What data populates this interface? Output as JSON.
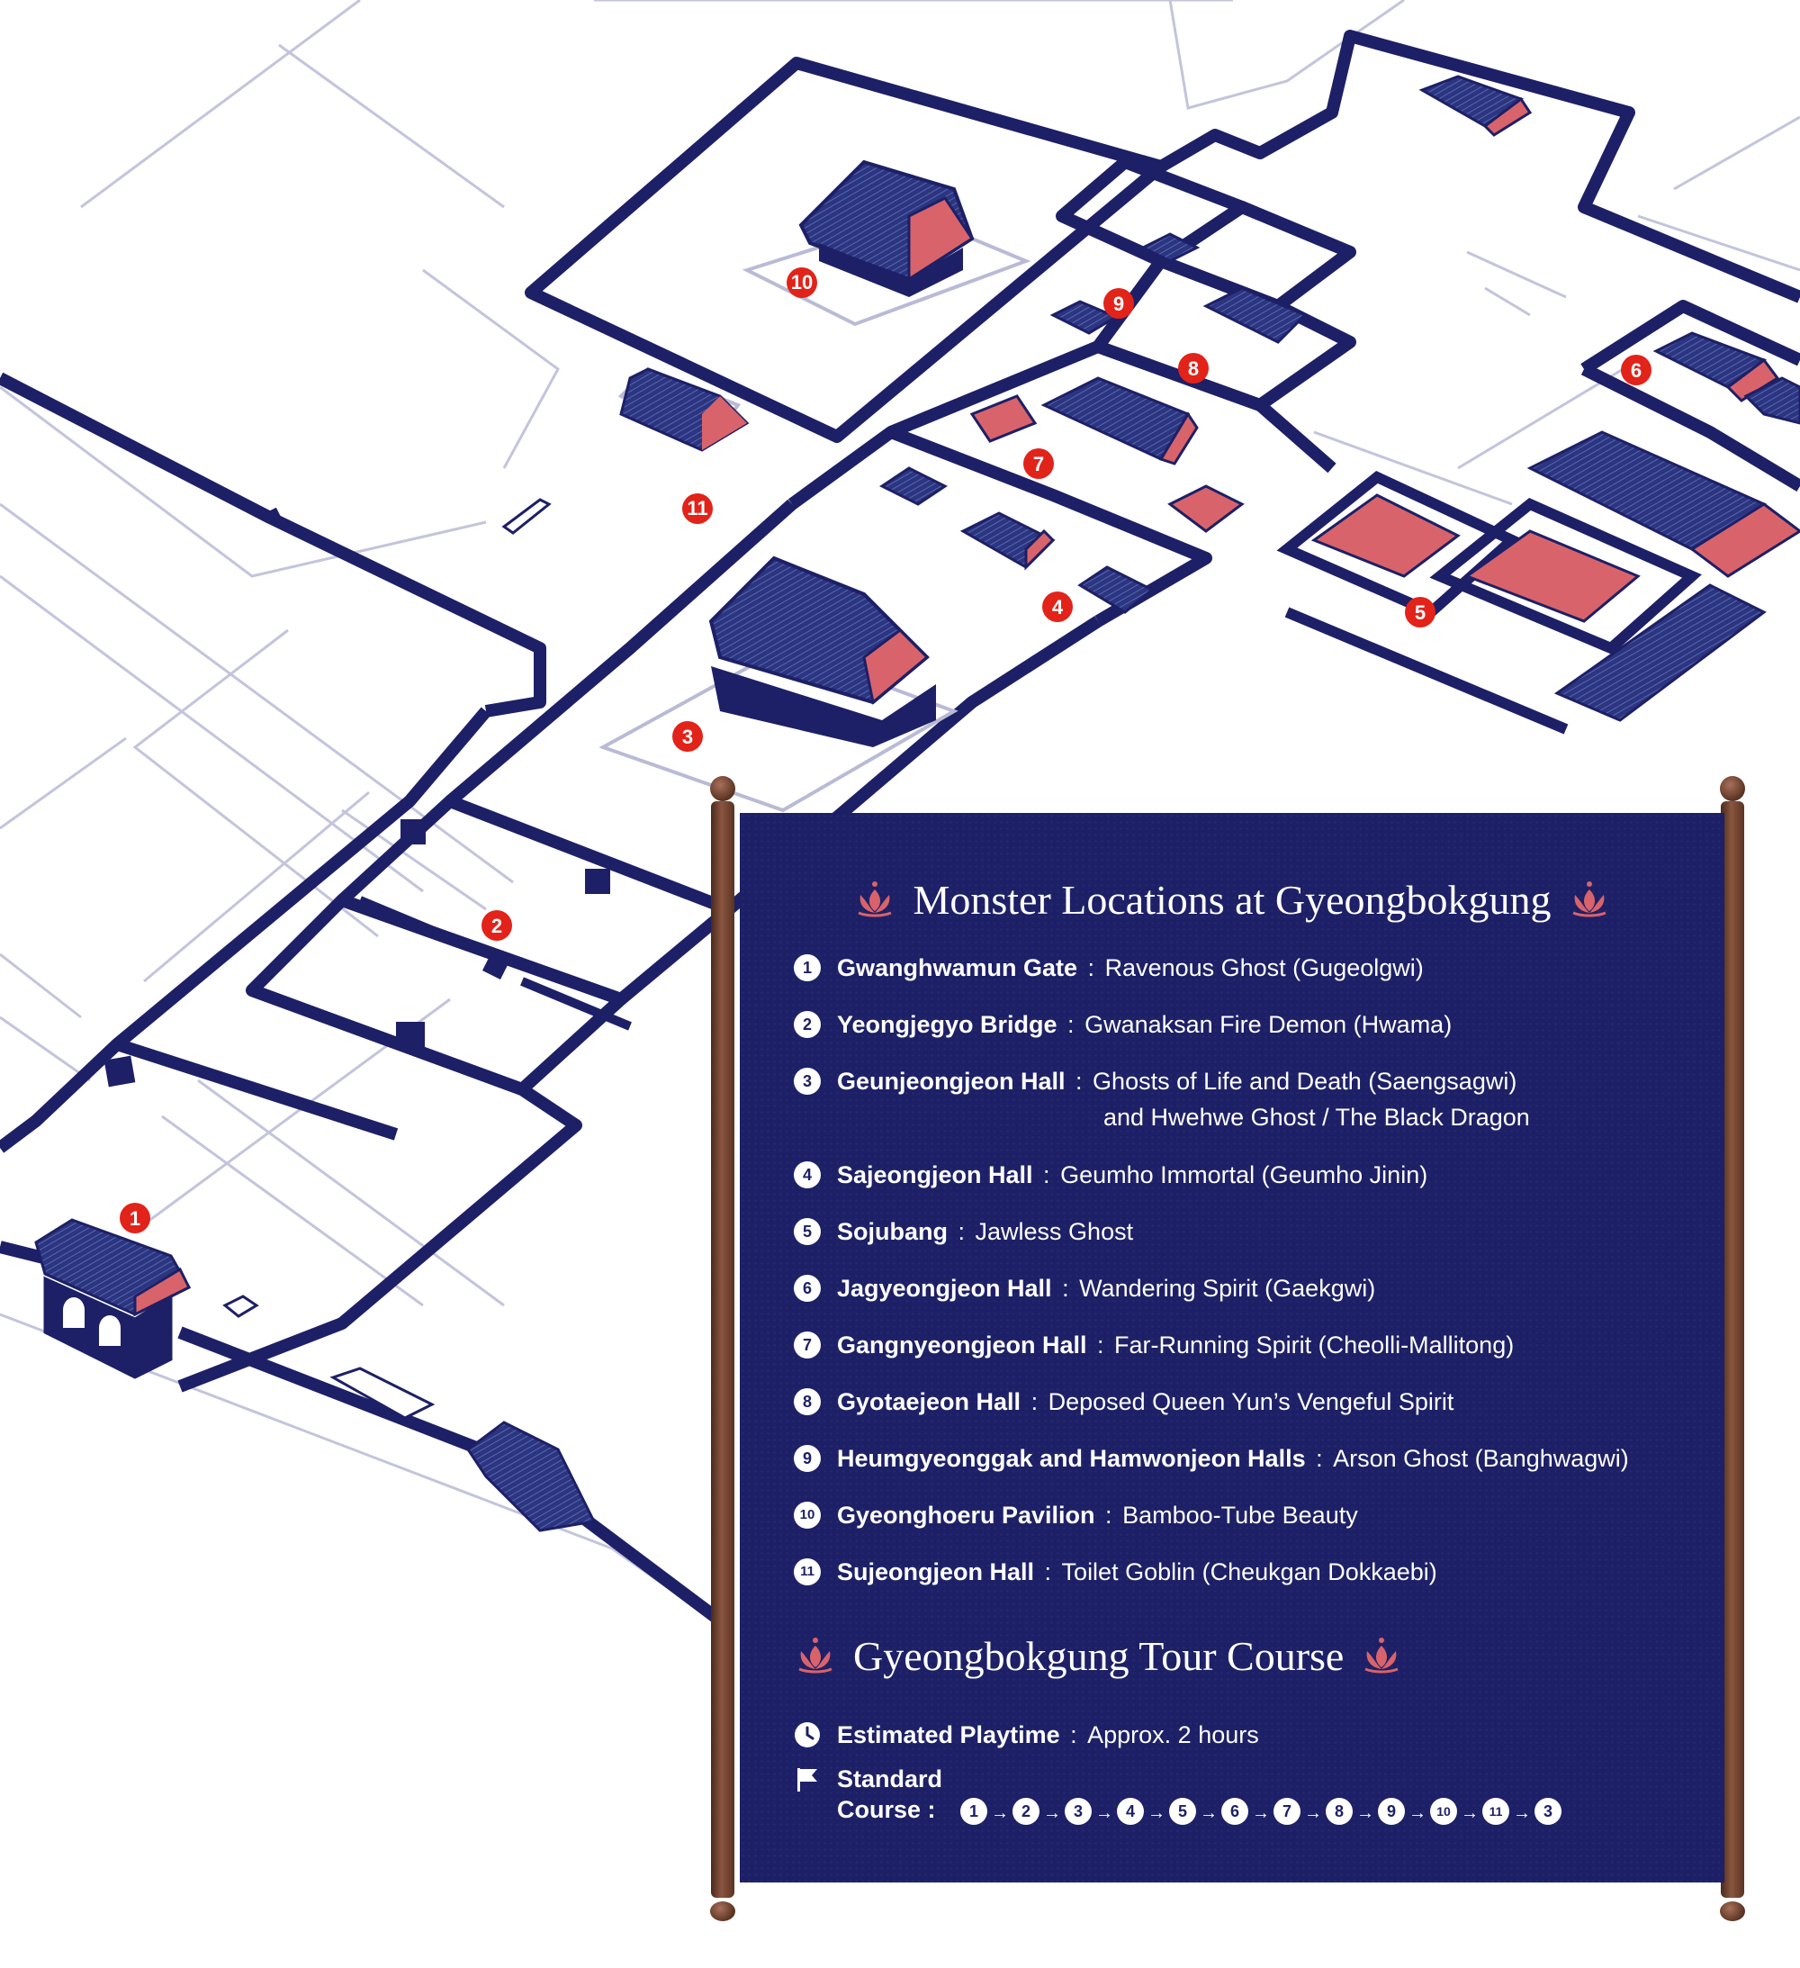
{
  "map": {
    "markers": [
      {
        "number": "1"
      },
      {
        "number": "2"
      },
      {
        "number": "3"
      },
      {
        "number": "4"
      },
      {
        "number": "5"
      },
      {
        "number": "6"
      },
      {
        "number": "7"
      },
      {
        "number": "8"
      },
      {
        "number": "9"
      },
      {
        "number": "10"
      },
      {
        "number": "11"
      }
    ]
  },
  "colors": {
    "navy": "#1d2066",
    "marker_red": "#e2231a",
    "roof_pink": "#d9636b",
    "outline_lavender": "#b9bad6",
    "scroll_wood": "#6b3e2c"
  },
  "legend": {
    "title": "Monster Locations at Gyeongbokgung",
    "title_icon": "lotus-icon",
    "entries": [
      {
        "number": "1",
        "name": "Gwanghwamun Gate",
        "desc": "Ravenous Ghost (Gugeolgwi)"
      },
      {
        "number": "2",
        "name": "Yeongjegyo Bridge",
        "desc": "Gwanaksan Fire Demon (Hwama)"
      },
      {
        "number": "3",
        "name": "Geunjeongjeon Hall",
        "desc": "Ghosts of Life and Death (Saengsagwi)",
        "desc_line2": "and Hwehwe Ghost / The Black Dragon"
      },
      {
        "number": "4",
        "name": "Sajeongjeon Hall",
        "desc": "Geumho Immortal (Geumho Jinin)"
      },
      {
        "number": "5",
        "name": "Sojubang",
        "desc": "Jawless Ghost"
      },
      {
        "number": "6",
        "name": "Jagyeongjeon Hall",
        "desc": "Wandering Spirit (Gaekgwi)"
      },
      {
        "number": "7",
        "name": "Gangnyeongjeon Hall",
        "desc": "Far-Running Spirit (Cheolli-Mallitong)"
      },
      {
        "number": "8",
        "name": "Gyotaejeon Hall",
        "desc": "Deposed Queen Yun’s Vengeful Spirit"
      },
      {
        "number": "9",
        "name": "Heumgyeonggak and Hamwonjeon Halls",
        "desc": "Arson Ghost (Banghwagwi)"
      },
      {
        "number": "10",
        "name": "Gyeonghoeru Pavilion",
        "desc": "Bamboo-Tube Beauty"
      },
      {
        "number": "11",
        "name": "Sujeongjeon Hall",
        "desc": "Toilet Goblin (Cheukgan Dokkaebi)"
      }
    ]
  },
  "tour": {
    "title": "Gyeongbokgung Tour Course",
    "playtime_label": "Estimated Playtime",
    "playtime_value": "Approx. 2 hours",
    "playtime_icon": "clock-icon",
    "course_label_line1": "Standard",
    "course_label_line2": "Course :",
    "course_icon": "flag-icon",
    "course_sequence": [
      "1",
      "2",
      "3",
      "4",
      "5",
      "6",
      "7",
      "8",
      "9",
      "10",
      "11",
      "3"
    ],
    "arrow": "→"
  }
}
